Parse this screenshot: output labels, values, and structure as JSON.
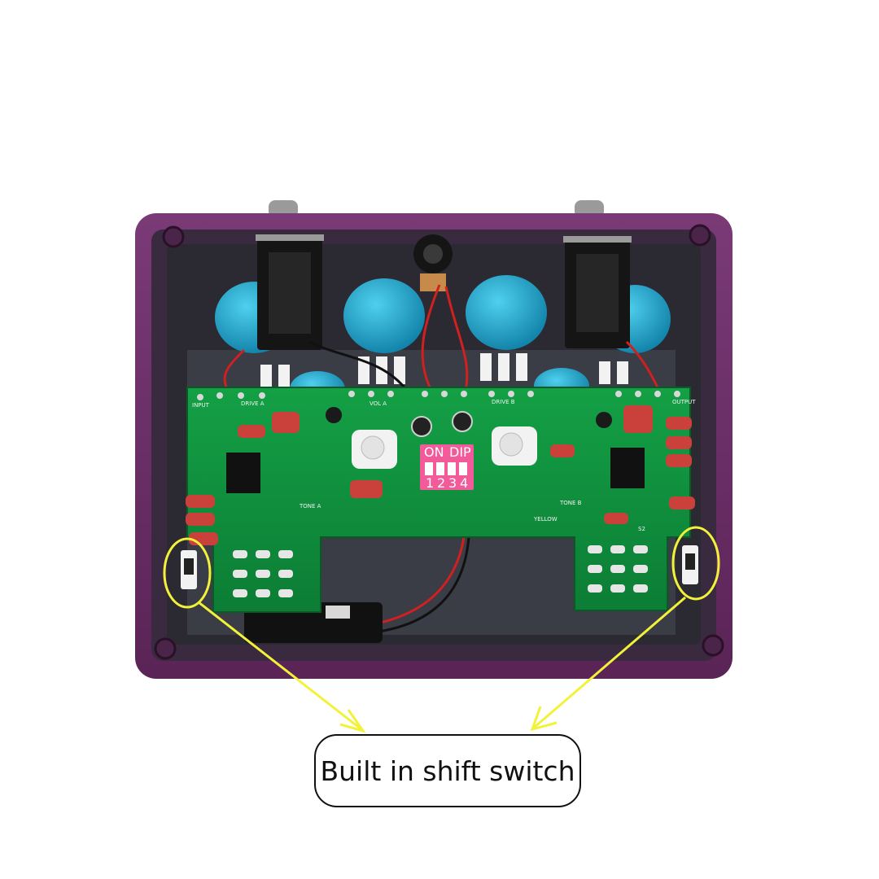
{
  "caption": {
    "text": "Built in shift switch"
  },
  "dip_switch": {
    "on_label": "ON",
    "dip_label": "DIP",
    "positions": [
      "1",
      "2",
      "3",
      "4"
    ]
  },
  "pcb_labels": [
    "INPUT",
    "DRIVE A",
    "VOL A",
    "DRIVE B",
    "TONE A",
    "TONE B",
    "YELLOW",
    "OUTPUT",
    "S2"
  ],
  "colors": {
    "enclosure": "#6e2f6a",
    "enclosure_inner": "#2b2a33",
    "pcb": "#0f8a3a",
    "knob": "#1aa3c9",
    "dip": "#f25a9a",
    "annotation": "#f2f23a",
    "capacitor": "#c9413a"
  }
}
